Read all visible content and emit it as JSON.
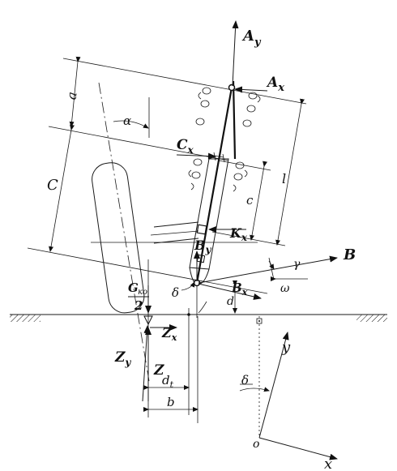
{
  "labels": {
    "Ay": [
      "A",
      "y"
    ],
    "Ax": [
      "A",
      "x"
    ],
    "Cx": [
      "C",
      "x"
    ],
    "Kx": [
      "K",
      "x"
    ],
    "By": [
      "B",
      "y"
    ],
    "B": "B",
    "Bx": [
      "B",
      "x"
    ],
    "Zx": [
      "Z",
      "x"
    ],
    "Zy": [
      "Z",
      "y"
    ],
    "Z": "Z",
    "Gk_top": "G",
    "Gk_sub": "ко",
    "Gk_bottom": "2",
    "dt": [
      "d",
      "t"
    ],
    "b": "b",
    "a": "a",
    "c_big": "C",
    "c_small": "c",
    "l": "l",
    "d": "d",
    "alpha": "α",
    "delta1": "δ",
    "delta2": "δ",
    "omega": "ω",
    "gamma": "γ",
    "y": "y",
    "x": "x",
    "o": "o"
  }
}
